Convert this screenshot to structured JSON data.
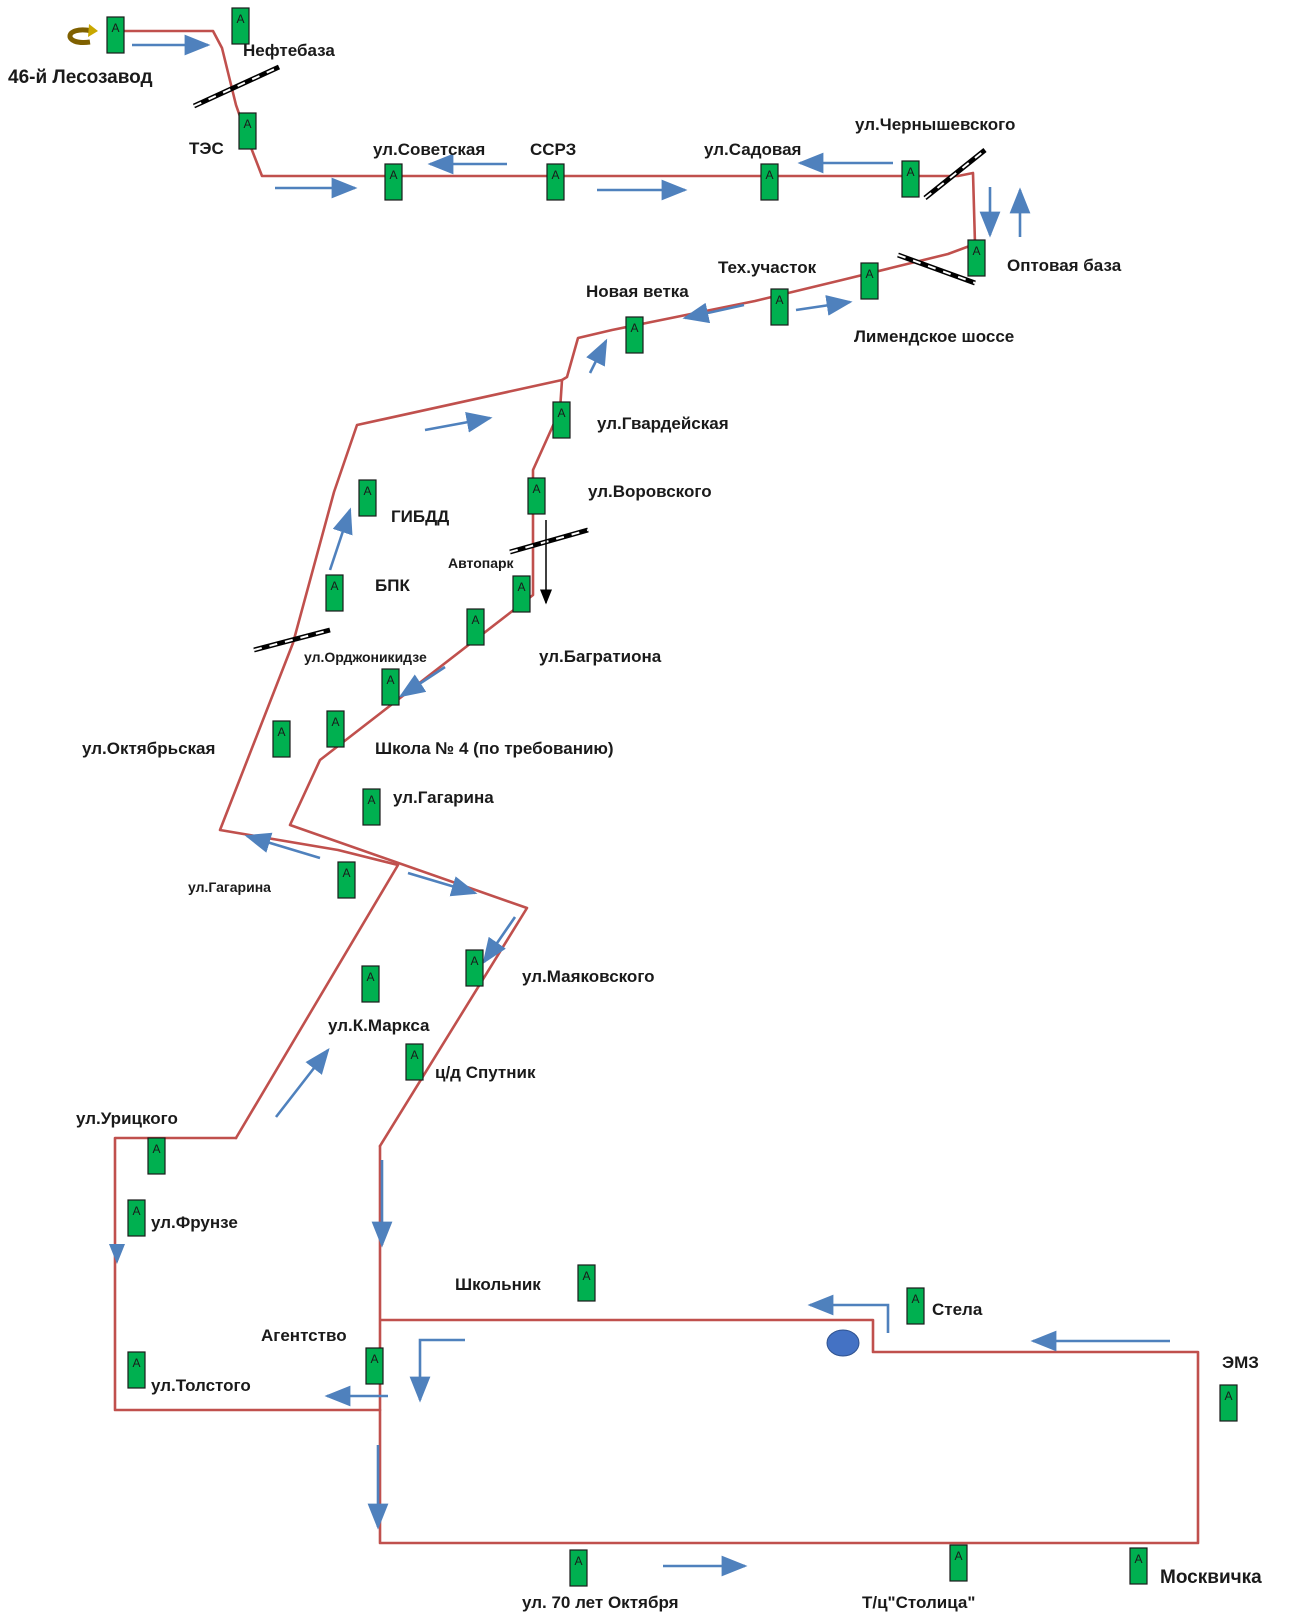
{
  "colors": {
    "route": "#c0504d",
    "direction_arrow": "#4f81bd",
    "stop_marker": "#00b050",
    "roundabout": "#4472c4",
    "turnaround_arrow": "#7f6000"
  },
  "stop_marker_letter": "A",
  "stops": [
    {
      "key": "lesozavod",
      "name": "46-й Лесозавод"
    },
    {
      "key": "neftebaza",
      "name": "Нефтебаза"
    },
    {
      "key": "tes",
      "name": "ТЭС"
    },
    {
      "key": "sovetskaya",
      "name": "ул.Советская"
    },
    {
      "key": "ssrz",
      "name": "ССРЗ"
    },
    {
      "key": "sadovaya",
      "name": "ул.Садовая"
    },
    {
      "key": "chernyshevskogo",
      "name": "ул.Чернышевского"
    },
    {
      "key": "optovaya",
      "name": "Оптовая база"
    },
    {
      "key": "limendskoe",
      "name": "Лимендское шоссе"
    },
    {
      "key": "tekhuchastok",
      "name": "Тех.участок"
    },
    {
      "key": "novaya_vetka",
      "name": "Новая ветка"
    },
    {
      "key": "gvardeyskaya",
      "name": "ул.Гвардейская"
    },
    {
      "key": "vorovskogo",
      "name": "ул.Воровского"
    },
    {
      "key": "avtopark",
      "name": "Автопарк"
    },
    {
      "key": "gibdd",
      "name": "ГИБДД"
    },
    {
      "key": "bpk",
      "name": "БПК"
    },
    {
      "key": "ordzhonikidze",
      "name": "ул.Орджоникидзе"
    },
    {
      "key": "bagrationa",
      "name": "ул.Багратиона"
    },
    {
      "key": "shkola4",
      "name": "Школа № 4 (по требованию)"
    },
    {
      "key": "oktyabrskaya",
      "name": "ул.Октябрьская"
    },
    {
      "key": "gagarina_1",
      "name": "ул.Гагарина"
    },
    {
      "key": "gagarina_2",
      "name": "ул.Гагарина"
    },
    {
      "key": "mayakovskogo",
      "name": "ул.Маяковского"
    },
    {
      "key": "k_marksa",
      "name": "ул.К.Маркса"
    },
    {
      "key": "sputnik",
      "name": "ц/д Спутник"
    },
    {
      "key": "uritskogo",
      "name": "ул.Урицкого"
    },
    {
      "key": "frunze",
      "name": "ул.Фрунзе"
    },
    {
      "key": "shkolnik",
      "name": "Школьник"
    },
    {
      "key": "stela",
      "name": "Стела"
    },
    {
      "key": "emz",
      "name": "ЭМЗ"
    },
    {
      "key": "agentstvo",
      "name": "Агентство"
    },
    {
      "key": "tolstogo",
      "name": "ул.Толстого"
    },
    {
      "key": "oktyabrya70",
      "name": "ул. 70 лет Октября"
    },
    {
      "key": "stolitsa",
      "name": "Т/ц\"Столица\""
    },
    {
      "key": "moskvichka",
      "name": "Москвичка"
    }
  ]
}
